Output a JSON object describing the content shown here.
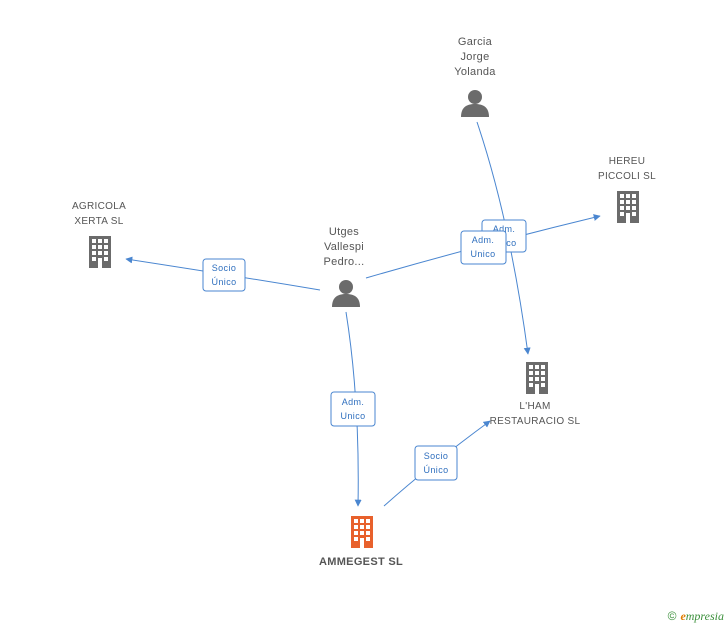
{
  "colors": {
    "edge": "#4a86d0",
    "node": "#6b6b6b",
    "focus": "#e8612c"
  },
  "nodes": {
    "garcia": {
      "label": [
        "Garcia",
        "Jorge",
        "Yolanda"
      ],
      "icon": "person-icon"
    },
    "utges": {
      "label": [
        "Utges",
        "Vallespi",
        "Pedro..."
      ],
      "icon": "person-icon"
    },
    "agricola": {
      "label": [
        "AGRICOLA",
        "XERTA SL"
      ],
      "icon": "building-icon"
    },
    "hereu": {
      "label": [
        "HEREU",
        "PICCOLI SL"
      ],
      "icon": "building-icon"
    },
    "lham": {
      "label": [
        "L'HAM",
        "RESTAURACIO SL"
      ],
      "icon": "building-icon"
    },
    "ammegest": {
      "label": [
        "AMMEGEST SL"
      ],
      "icon": "building-icon"
    }
  },
  "edges": {
    "utges_agricola": [
      "Socio",
      "Único"
    ],
    "garcia_lham": [
      "Adm.",
      "Unico"
    ],
    "utges_hereu": [
      "Adm.",
      "Unico"
    ],
    "utges_ammegest": [
      "Adm.",
      "Unico"
    ],
    "ammegest_lham": [
      "Socio",
      "Único"
    ]
  },
  "footer": {
    "copyright": "©",
    "brand_initial": "e",
    "brand_rest": "mpresia"
  }
}
